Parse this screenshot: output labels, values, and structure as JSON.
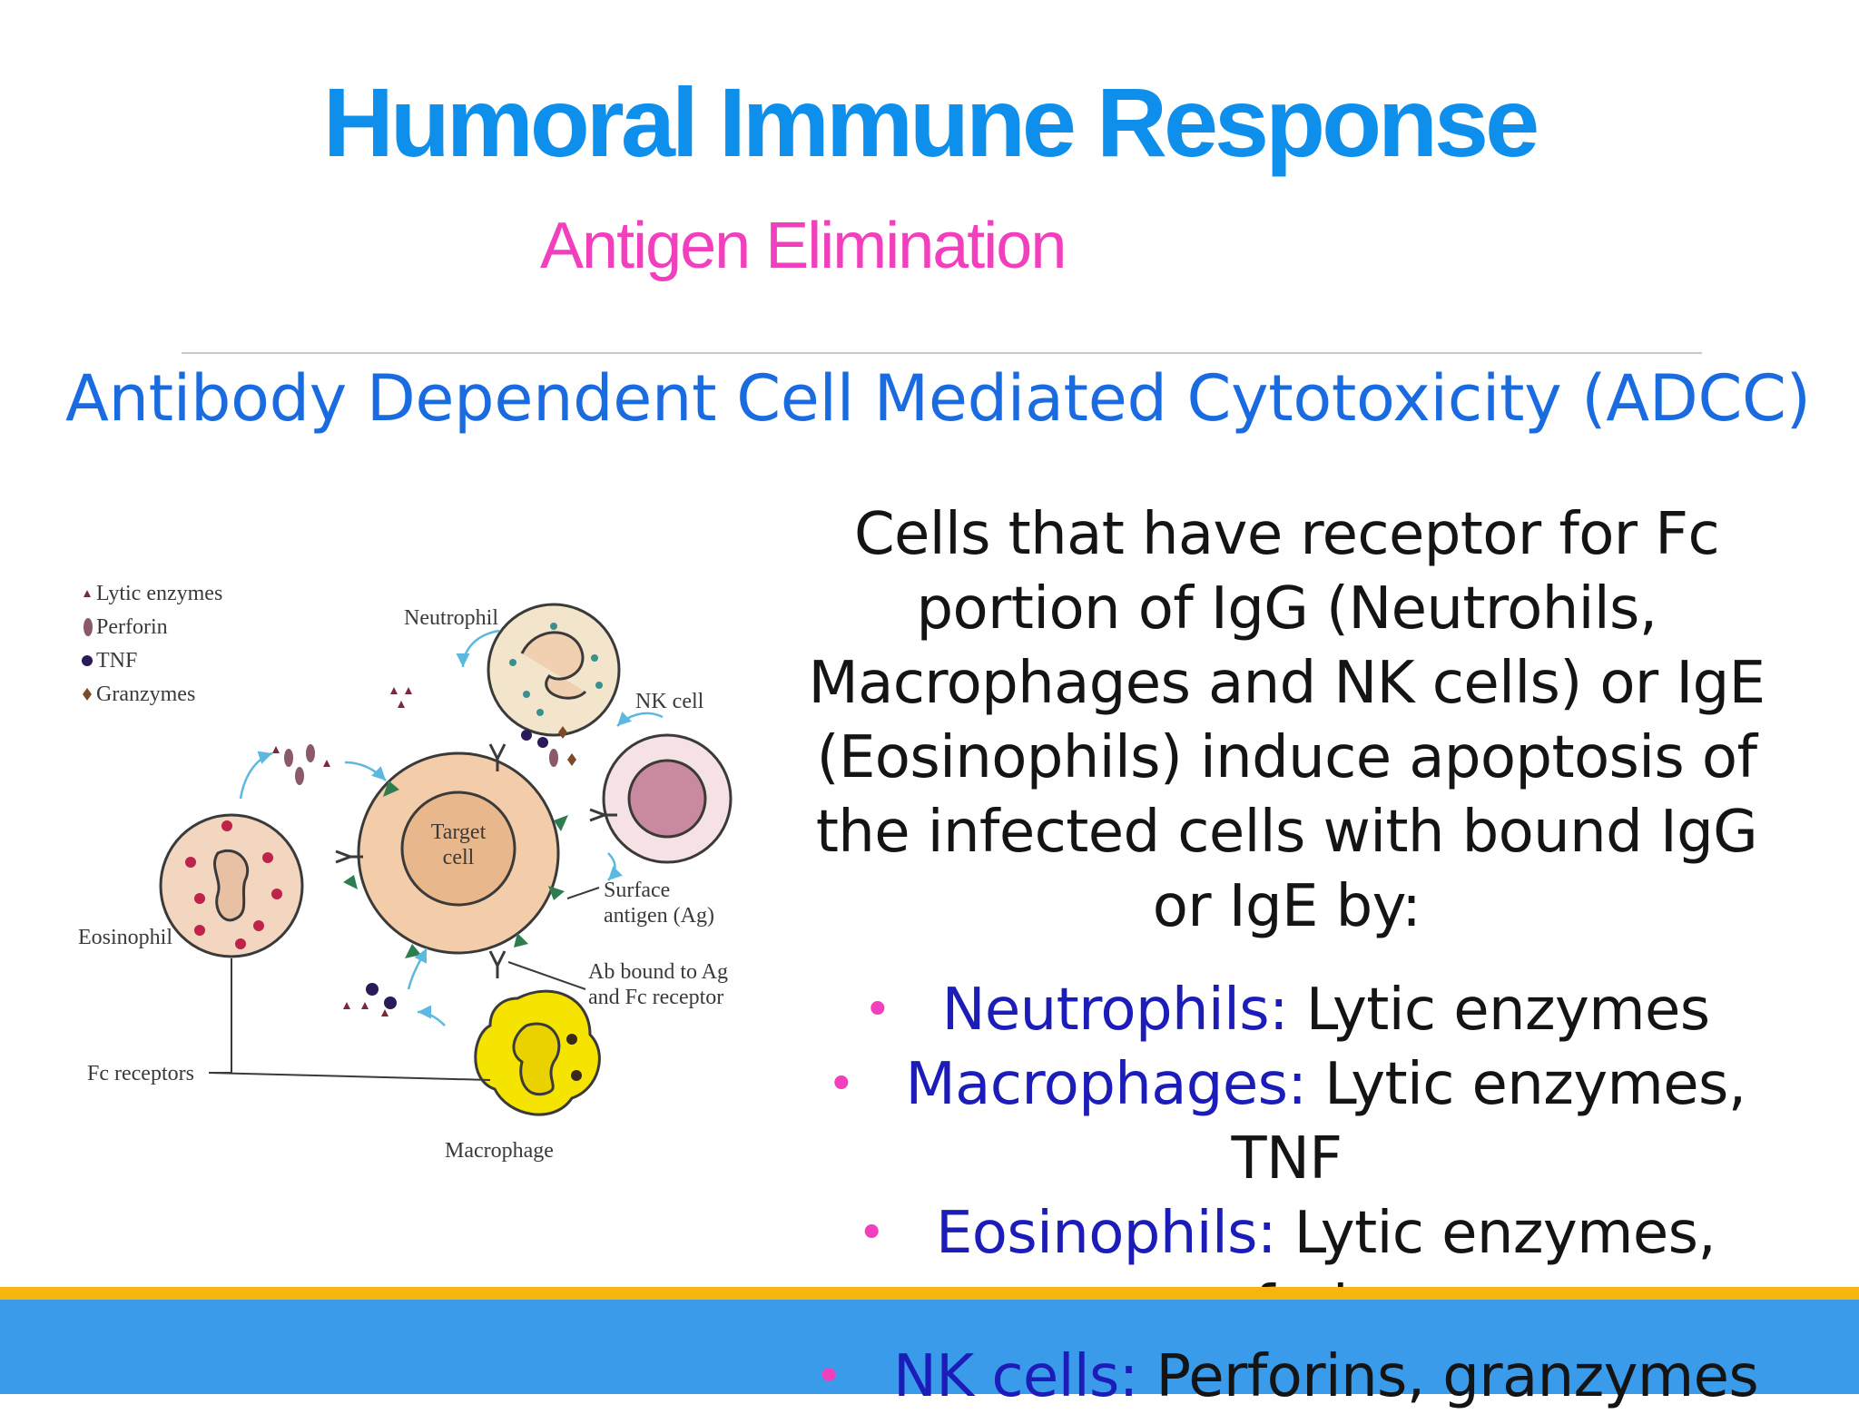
{
  "slide": {
    "title": "Humoral Immune Response",
    "subtitle": "Antigen Elimination",
    "heading": "Antibody Dependent Cell Mediated Cytotoxicity (ADCC)",
    "intro": "Cells that have receptor for Fc portion of IgG (Neutrohils, Macrophages and  NK cells) or IgE (Eosinophils) induce apoptosis of the infected cells with bound IgG or IgE by:",
    "bullets": [
      {
        "term": "Neutrophils:",
        "desc": " Lytic enzymes"
      },
      {
        "term": "Macrophages:",
        "desc": " Lytic enzymes, TNF"
      },
      {
        "term": "Eosinophils:",
        "desc": " Lytic enzymes, perforins"
      },
      {
        "term": "NK cells:",
        "desc": " Perforins, granzymes"
      }
    ],
    "bullet_marker": "•"
  },
  "diagram": {
    "legend": [
      "Lytic enzymes",
      "Perforin",
      "TNF",
      "Granzymes"
    ],
    "labels": {
      "neutrophil": "Neutrophil",
      "nk_cell": "NK cell",
      "target_line1": "Target",
      "target_line2": "cell",
      "surface_line1": "Surface",
      "surface_line2": "antigen (Ag)",
      "ab_line1": "Ab bound to Ag",
      "ab_line2": "and Fc receptor",
      "eosinophil": "Eosinophil",
      "fc_receptors": "Fc receptors",
      "macrophage": "Macrophage"
    }
  },
  "colors": {
    "title": "#0f8fec",
    "subtitle": "#f23fbe",
    "heading": "#1b6be0",
    "bullet_term": "#1c1cb8",
    "bullet_dot": "#f23fbe",
    "footer_orange": "#f7b50f",
    "footer_blue": "#3a9bea"
  }
}
